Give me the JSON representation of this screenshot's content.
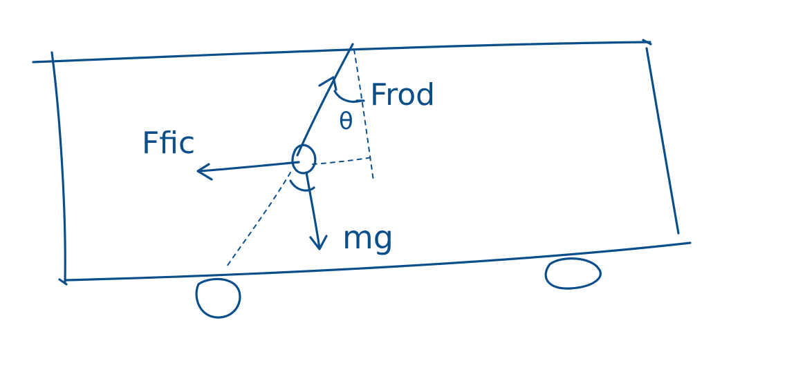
{
  "diagram": {
    "labels": {
      "friction_force": "Ffic",
      "rod_force": "Frod",
      "angle": "θ",
      "weight": "mg"
    },
    "ink_color": "#0b4f8a"
  }
}
